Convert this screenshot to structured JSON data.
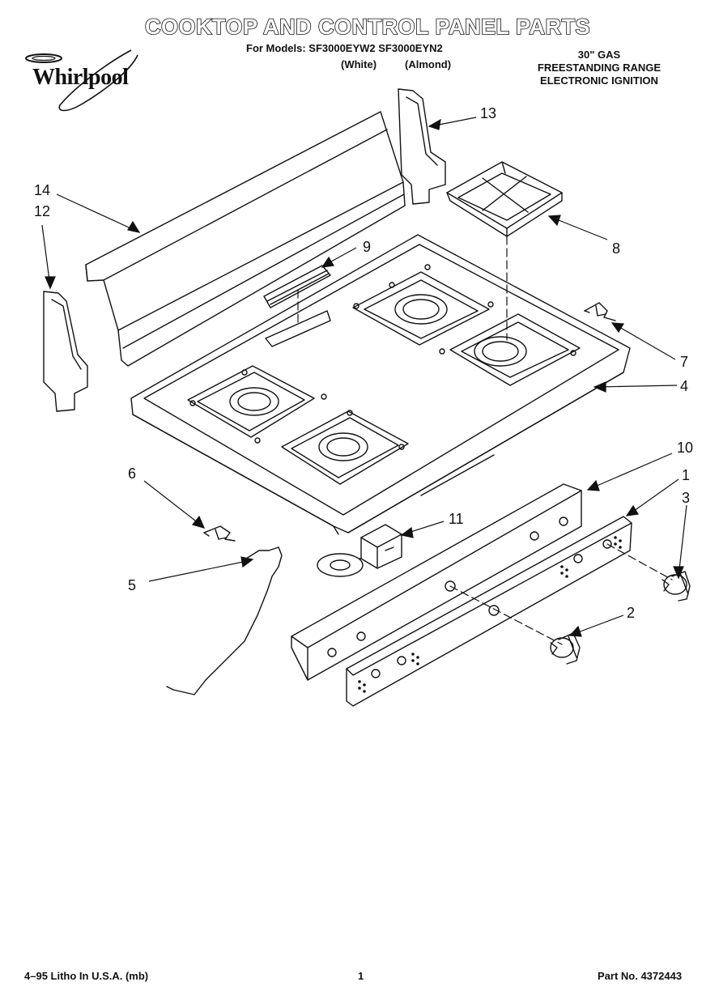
{
  "header": {
    "title": "COOKTOP AND CONTROL PANEL PARTS",
    "models_label": "For Models: SF3000EYW2 SF3000EYN2",
    "variant_white": "(White)",
    "variant_almond": "(Almond)",
    "right_info": [
      "30\" GAS",
      "FREESTANDING RANGE",
      "ELECTRONIC IGNITION"
    ]
  },
  "brand": {
    "logo_text": "Whirlpool"
  },
  "callouts": [
    "13",
    "14",
    "12",
    "9",
    "8",
    "7",
    "4",
    "10",
    "1",
    "3",
    "6",
    "11",
    "5",
    "2"
  ],
  "footer": {
    "left": "4–95 Litho In U.S.A. (mb)",
    "center": "1",
    "right": "Part No. 4372443"
  },
  "colors": {
    "ink": "#111111",
    "paper": "#ffffff",
    "shade": "#9a9a9a"
  }
}
